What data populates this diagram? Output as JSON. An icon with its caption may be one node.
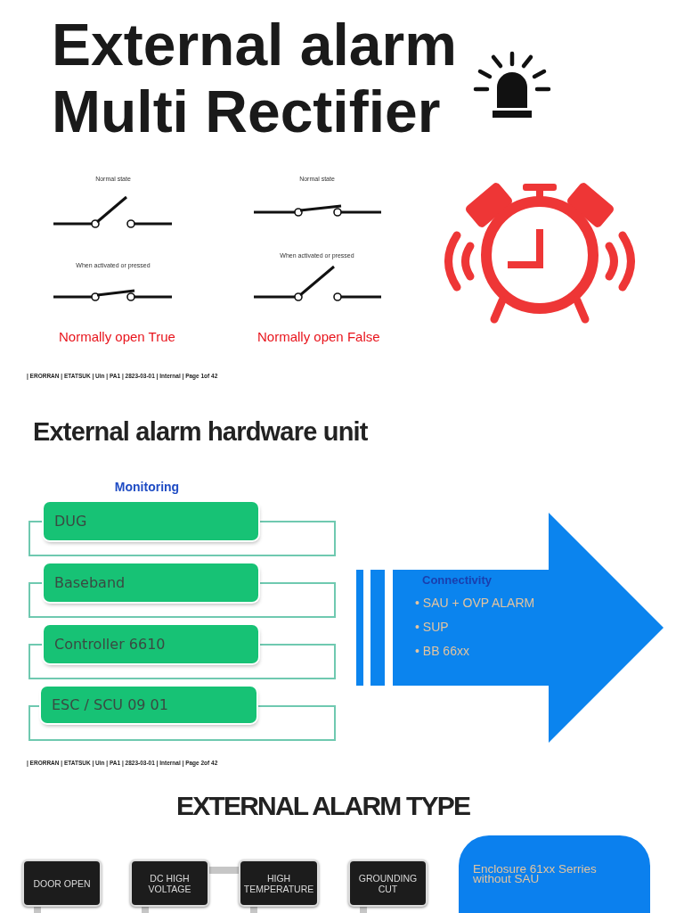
{
  "diagram": {
    "nodes": [
      {
        "text": [
          "DUG"
        ]
      },
      {
        "text": [
          "Baseband"
        ]
      },
      {
        "text": [
          "Controller 6610"
        ]
      },
      {
        "text": [
          "ESC / SCU 09 01"
        ]
      },
      {
        "text": [
          "Connectivity",
          "• SAU + OVP ALARM",
          "• SUP",
          "• BB 66xx"
        ]
      },
      {
        "text": [
          "DOOR OPEN"
        ]
      },
      {
        "text": [
          "DC HIGH VOLTAGE"
        ]
      },
      {
        "text": [
          "HIGH TEMPERATURE"
        ]
      },
      {
        "text": [
          "GROUNDING CUT"
        ]
      },
      {
        "text": [
          "Enclosure 61xx Serries without SAU"
        ]
      }
    ],
    "edges": [
      {
        "from": 6,
        "to": 7,
        "arrow": "none"
      },
      {
        "from": 5,
        "to": null,
        "arrow": "none"
      },
      {
        "from": 6,
        "to": null,
        "arrow": "none"
      },
      {
        "from": 7,
        "to": null,
        "arrow": "none"
      },
      {
        "from": 8,
        "to": null,
        "arrow": "none"
      }
    ],
    "labels": [
      "External alarm Multi Rectifier",
      "Normal state",
      "Normal state",
      "When activated or pressed",
      "When activated or pressed",
      "Normally open True",
      "Normally open False",
      "| ERORRAN | ETATSUK | Uin | PA1 | 2823-03-01 | Internal | Page 1of 42",
      "External alarm hardware unit",
      "Monitoring",
      "| ERORRAN | ETATSUK | Uin | PA1 | 2823-03-01 | Internal | Page 2of 42",
      "EXTERNAL ALARM TYPE"
    ]
  }
}
